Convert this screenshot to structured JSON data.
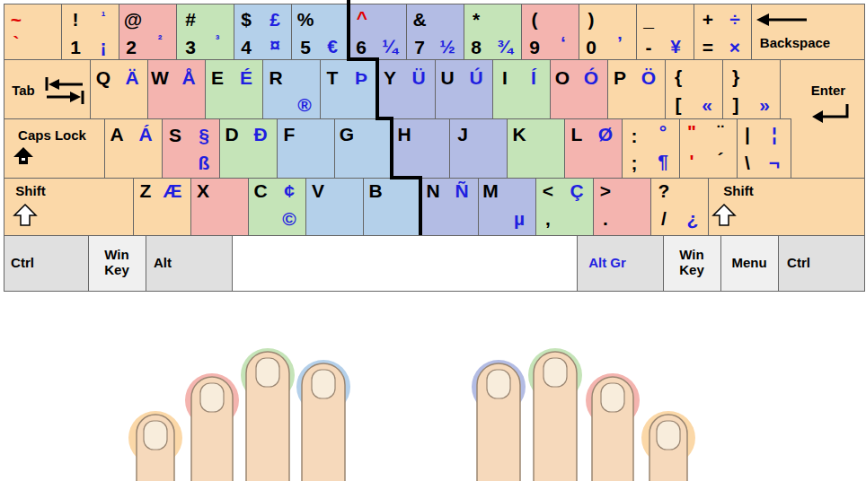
{
  "diagram": {
    "nodes": [
      {
        "text": [
          "~",
          "`"
        ]
      },
      {
        "text": [
          "!",
          "¹",
          "1",
          "¡"
        ]
      },
      {
        "text": [
          "@",
          "²",
          "2"
        ]
      },
      {
        "text": [
          "#",
          "³",
          "3"
        ]
      },
      {
        "text": [
          "$",
          "£",
          "4",
          "¤"
        ]
      },
      {
        "text": [
          "%",
          "5",
          "€"
        ]
      },
      {
        "text": [
          "^",
          "6",
          "¼"
        ]
      },
      {
        "text": [
          "&",
          "7",
          "½"
        ]
      },
      {
        "text": [
          "*",
          "8",
          "¾"
        ]
      },
      {
        "text": [
          "(",
          "9",
          "‘"
        ]
      },
      {
        "text": [
          ")",
          "0",
          "’"
        ]
      },
      {
        "text": [
          "_",
          "-",
          "¥"
        ]
      },
      {
        "text": [
          "+",
          "÷",
          "=",
          "×"
        ]
      },
      {
        "text": [
          "Backspace"
        ]
      },
      {
        "text": [
          "Tab"
        ]
      },
      {
        "text": [
          "Q",
          "Ä"
        ]
      },
      {
        "text": [
          "W",
          "Å"
        ]
      },
      {
        "text": [
          "E",
          "É"
        ]
      },
      {
        "text": [
          "R",
          "®"
        ]
      },
      {
        "text": [
          "T",
          "Þ"
        ]
      },
      {
        "text": [
          "Y",
          "Ü"
        ]
      },
      {
        "text": [
          "U",
          "Ú"
        ]
      },
      {
        "text": [
          "I",
          "Í"
        ]
      },
      {
        "text": [
          "O",
          "Ó"
        ]
      },
      {
        "text": [
          "P",
          "Ö"
        ]
      },
      {
        "text": [
          "{",
          "[",
          "«"
        ]
      },
      {
        "text": [
          "}",
          "]",
          "»"
        ]
      },
      {
        "text": [
          "Enter"
        ]
      },
      {
        "text": [
          "Caps Lock"
        ]
      },
      {
        "text": [
          "A",
          "Á"
        ]
      },
      {
        "text": [
          "S",
          "§",
          "ß"
        ]
      },
      {
        "text": [
          "D",
          "Ð"
        ]
      },
      {
        "text": [
          "F"
        ]
      },
      {
        "text": [
          "G"
        ]
      },
      {
        "text": [
          "H"
        ]
      },
      {
        "text": [
          "J"
        ]
      },
      {
        "text": [
          "K"
        ]
      },
      {
        "text": [
          "L",
          "Ø"
        ]
      },
      {
        "text": [
          ":",
          "°",
          ";",
          "¶"
        ]
      },
      {
        "text": [
          "\"",
          "¨",
          "'",
          "´"
        ]
      },
      {
        "text": [
          "|",
          "¦",
          "\\",
          "¬"
        ]
      },
      {
        "text": [
          "Shift"
        ]
      },
      {
        "text": [
          "Z",
          "Æ"
        ]
      },
      {
        "text": [
          "X"
        ]
      },
      {
        "text": [
          "C",
          "¢",
          "©"
        ]
      },
      {
        "text": [
          "V"
        ]
      },
      {
        "text": [
          "B"
        ]
      },
      {
        "text": [
          "N",
          "Ñ"
        ]
      },
      {
        "text": [
          "M",
          "µ"
        ]
      },
      {
        "text": [
          "<",
          "Ç",
          ","
        ]
      },
      {
        "text": [
          ">",
          "."
        ]
      },
      {
        "text": [
          "?",
          "/",
          "¿"
        ]
      },
      {
        "text": [
          "Shift"
        ]
      },
      {
        "text": [
          "Ctrl"
        ]
      },
      {
        "text": [
          "Win Key"
        ]
      },
      {
        "text": [
          "Alt"
        ]
      },
      {
        "text": [
          "Alt Gr"
        ]
      },
      {
        "text": [
          "Win Key"
        ]
      },
      {
        "text": [
          "Menu"
        ]
      },
      {
        "text": [
          "Ctrl"
        ]
      }
    ]
  }
}
